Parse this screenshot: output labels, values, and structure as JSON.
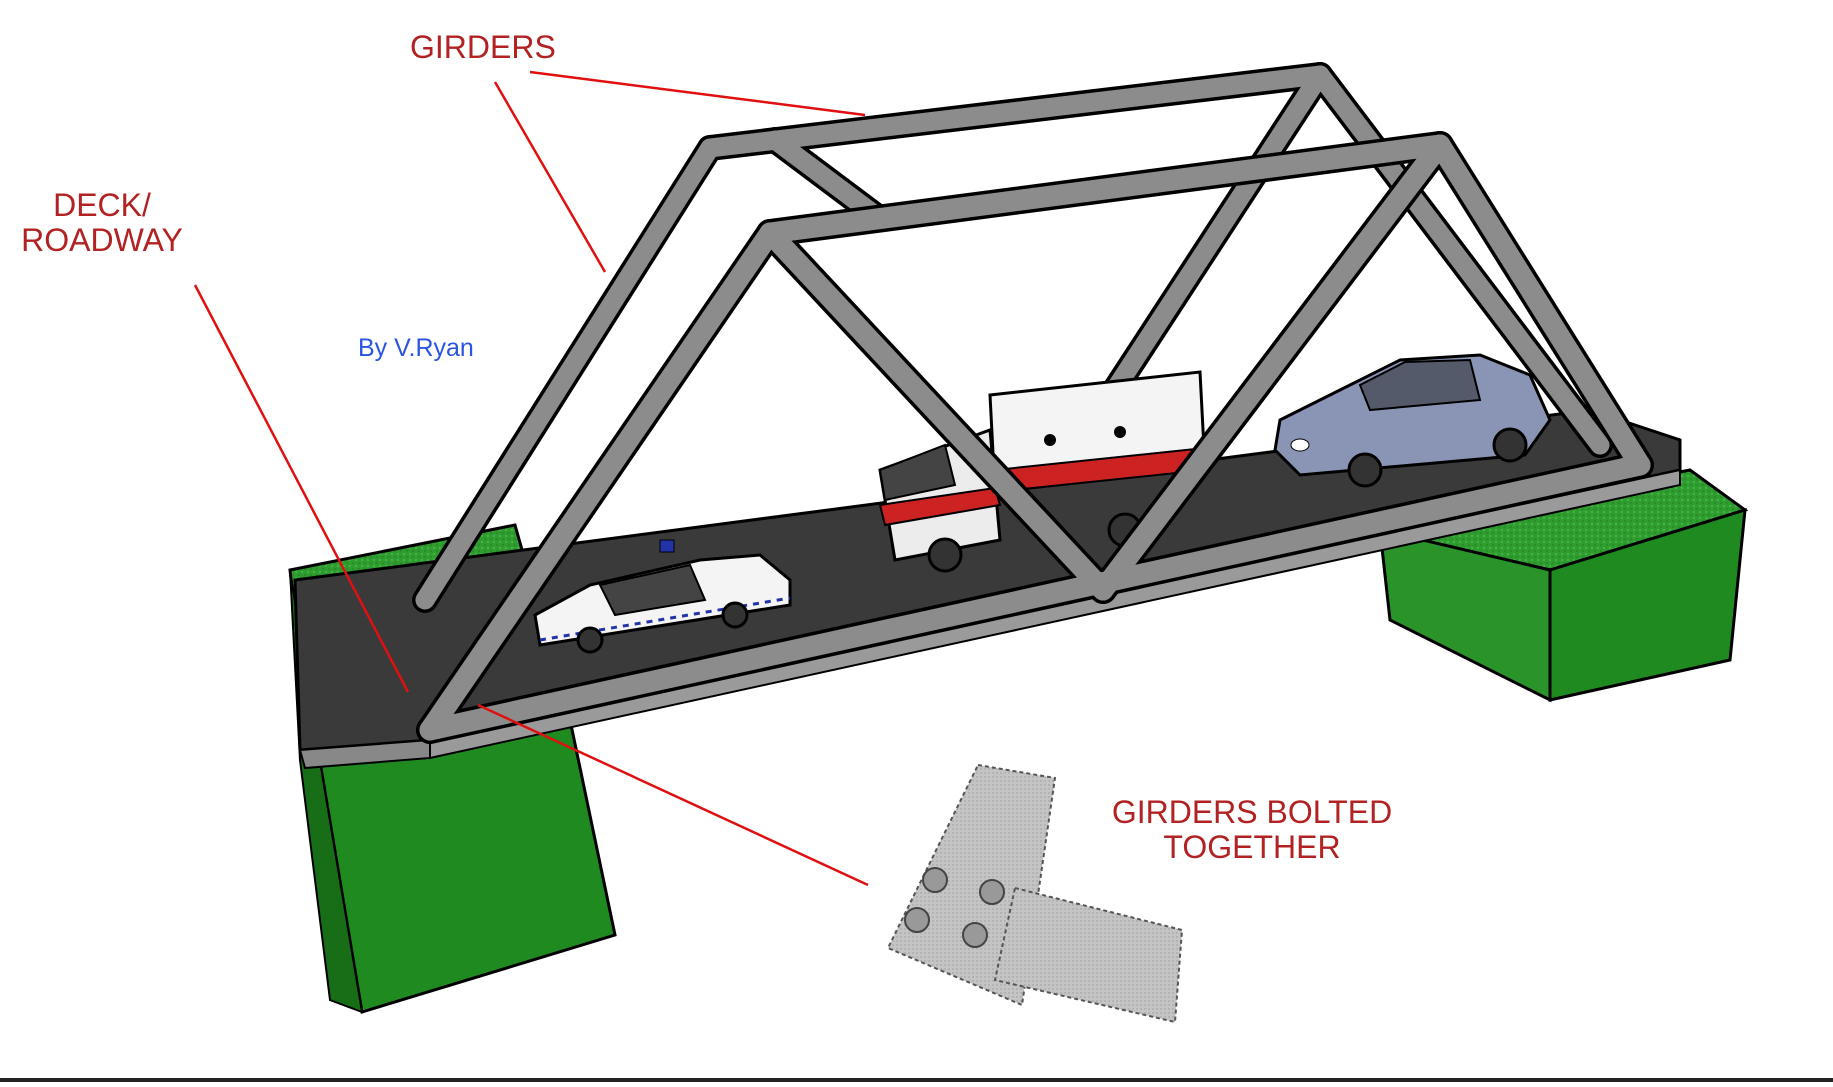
{
  "labels": {
    "girders": "GIRDERS",
    "deck_line1": "DECK/",
    "deck_line2": "ROADWAY",
    "credit": "By V.Ryan",
    "bolted_line1": "GIRDERS BOLTED",
    "bolted_line2": "TOGETHER"
  },
  "colors": {
    "label_red": "#b22222",
    "leader_red": "#e01010",
    "credit_blue": "#2a55e0",
    "girder_grey": "#8c8c8c",
    "road_dark": "#3a3a3a",
    "grass_green": "#2e9c2e",
    "abutment_green": "#1f8a1f",
    "plate_grey": "#c8c8c8"
  }
}
